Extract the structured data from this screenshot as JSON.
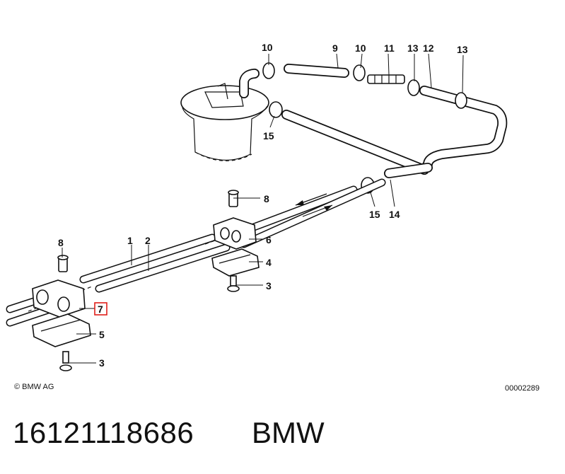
{
  "diagram": {
    "copyright": "© BMW AG",
    "drawing_number": "00002289",
    "highlighted_callout": "7",
    "callouts": [
      "1",
      "2",
      "3",
      "3",
      "4",
      "5",
      "6",
      "7",
      "8",
      "8",
      "9",
      "10",
      "10",
      "11",
      "12",
      "13",
      "13",
      "14",
      "15",
      "15"
    ]
  },
  "footer": {
    "part_number": "16121118686",
    "brand": "BMW"
  },
  "colors": {
    "line": "#111111",
    "highlight": "#e0201a",
    "background": "#ffffff"
  }
}
